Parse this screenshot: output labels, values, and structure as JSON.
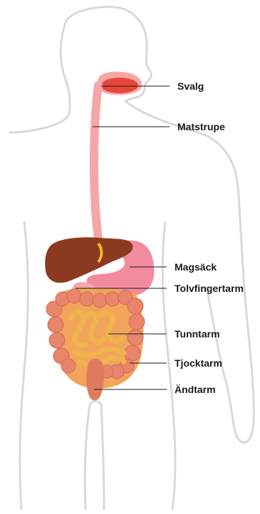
{
  "labels": {
    "svalg": "Svalg",
    "matstrupe": "Matstrupe",
    "magsack": "Magsäck",
    "tolvfingertarm": "Tolvfingertarm",
    "tunntarm": "Tunntarm",
    "tjocktarm": "Tjocktarm",
    "andtarm": "Ändtarm"
  },
  "colors": {
    "body_outline": "#d9d9d9",
    "pharynx": "#e8463a",
    "pharynx_light": "#f4a7a3",
    "esophagus": "#f4a6a8",
    "stomach": "#f28b9e",
    "liver": "#8b3a1f",
    "sphincter": "#f2b233",
    "colon": "#e8856c",
    "small_intestine": "#f0b44c",
    "rectum": "#e07a5f",
    "leader_line": "#1a1a1a"
  }
}
